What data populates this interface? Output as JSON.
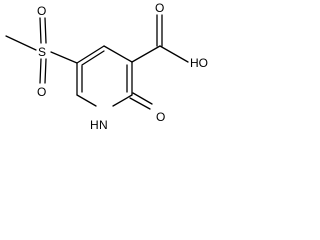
{
  "molecule": {
    "atoms": {
      "o_sulfonyl_top": "O",
      "sulfur": "S",
      "o_sulfonyl_bottom": "O",
      "o_carbonyl": "O",
      "hydroxyl": "HO",
      "n_h": "H",
      "nitrogen": "N",
      "o_keto": "O"
    }
  },
  "colors": {
    "bond": "#000000",
    "label": "#000000",
    "background": "#ffffff"
  }
}
